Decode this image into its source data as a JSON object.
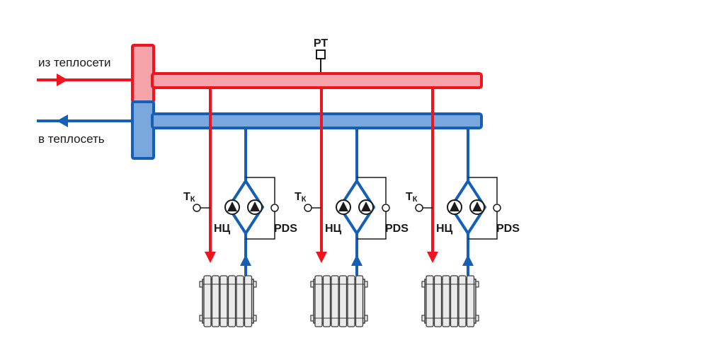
{
  "labels": {
    "from_network": "из теплосети",
    "to_network": "в теплосеть",
    "pressure_sensor": "РТ",
    "pump_label": "НЦ",
    "diff_pressure_label": "PDS",
    "temp_sensor_main": "Т",
    "temp_sensor_sub": "К"
  },
  "colors": {
    "supply": "#f0141e",
    "supply_fill": "#f7a3aa",
    "return": "#1560b5",
    "return_fill": "#7ba7df",
    "radiator_fill": "#ebebeb",
    "radiator_stroke": "#3a3a3a",
    "text": "#1a1a1a"
  },
  "branches": [
    {
      "id": "branch-1",
      "temp_sensor": "Тк",
      "pump": "НЦ",
      "pds": "PDS"
    },
    {
      "id": "branch-2",
      "temp_sensor": "Тк",
      "pump": "НЦ",
      "pds": "PDS"
    },
    {
      "id": "branch-3",
      "temp_sensor": "Тк",
      "pump": "НЦ",
      "pds": "PDS"
    }
  ]
}
